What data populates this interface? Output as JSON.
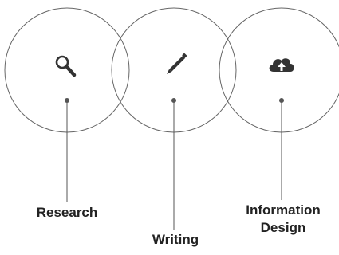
{
  "colors": {
    "stroke": "#555555",
    "icon": "#333333",
    "text": "#222222",
    "background": "#ffffff"
  },
  "nodes": [
    {
      "id": "research",
      "icon": "search-icon",
      "label": "Research"
    },
    {
      "id": "writing",
      "icon": "pencil-icon",
      "label": "Writing"
    },
    {
      "id": "information-design",
      "icon": "cloud-upload-icon",
      "label_lines": [
        "Information",
        "Design"
      ]
    }
  ]
}
